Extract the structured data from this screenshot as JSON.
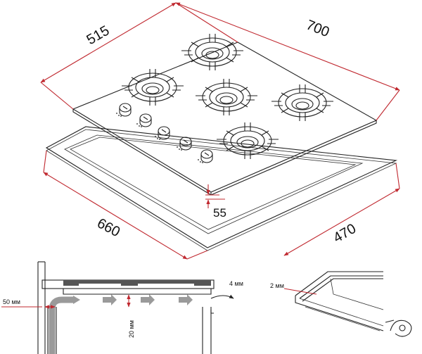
{
  "top_view": {
    "dim_depth_top": "515",
    "dim_width_top": "700",
    "dim_cutout_width": "660",
    "dim_cutout_depth": "470",
    "dim_height": "55"
  },
  "section_view": {
    "clearance_left": "50 мм",
    "clearance_right": "4 мм",
    "gap_below": "20 мм"
  },
  "detail_view": {
    "seal_thickness": "2 мм"
  },
  "colors": {
    "dimension_red": "#c0282f",
    "arrow_grey": "#9a9a9a",
    "ink": "#222222"
  }
}
